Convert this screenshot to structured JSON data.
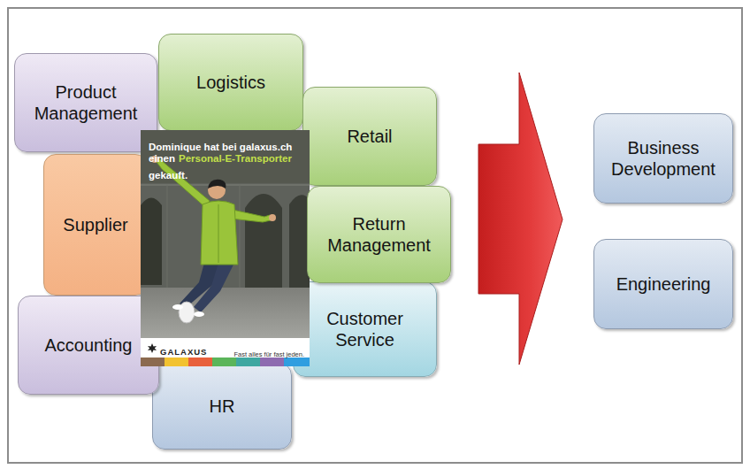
{
  "diagram": {
    "nodes": [
      {
        "text": [
          "Product Management"
        ]
      },
      {
        "text": [
          "Logistics"
        ]
      },
      {
        "text": [
          "Retail"
        ]
      },
      {
        "text": [
          "Supplier"
        ]
      },
      {
        "text": [
          "Return Management"
        ]
      },
      {
        "text": [
          "Customer Service"
        ]
      },
      {
        "text": [
          "Accounting"
        ]
      },
      {
        "text": [
          "HR"
        ]
      },
      {
        "text": [
          "Business Development"
        ]
      },
      {
        "text": [
          "Engineering"
        ]
      }
    ],
    "labels": [
      "Dominique hat bei galaxus.ch",
      "einen",
      "Personal-E-Transporter",
      "gekauft.",
      "GALAXUS",
      "Fast alles für fast jeden."
    ]
  }
}
